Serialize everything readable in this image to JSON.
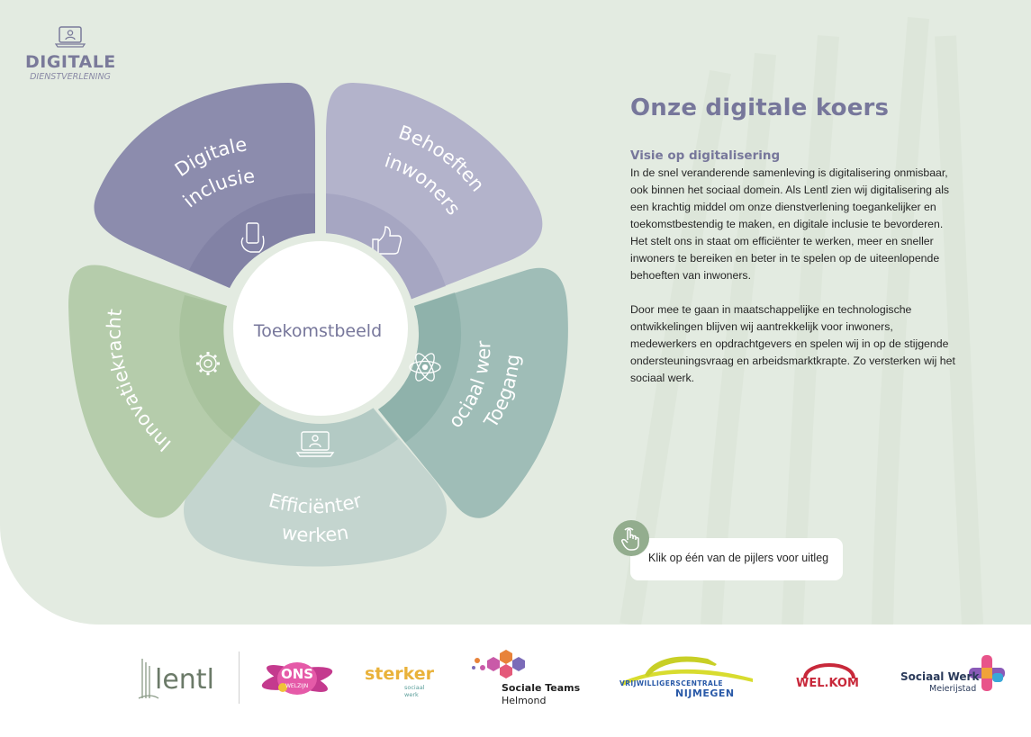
{
  "brand": {
    "title": "DIGITALE",
    "subtitle": "DIENSTVERLENING"
  },
  "wheel": {
    "center_label": "Toekomstbeeld",
    "pillars": [
      {
        "id": "digitale-inclusie",
        "line1": "Digitale",
        "line2": "inclusie",
        "color": "#8c8cad",
        "icon": "hand-phone-icon"
      },
      {
        "id": "behoeften-inwoners",
        "line1": "Behoeften",
        "line2": "inwoners",
        "color": "#b3b3cb",
        "icon": "thumbs-up-icon"
      },
      {
        "id": "toegang-sociaal-werk",
        "line1": "Toegang",
        "line2": "sociaal werk",
        "color": "#9fbdb7",
        "icon": "atom-icon"
      },
      {
        "id": "efficienter-werken",
        "line1": "Efficiënter",
        "line2": "werken",
        "color": "#c4d5cf",
        "icon": "laptop-user-icon"
      },
      {
        "id": "innovatiekracht",
        "line1": "Innovatiekracht",
        "line2": "",
        "color": "#b5ccab",
        "icon": "gear-icon"
      }
    ]
  },
  "main": {
    "title": "Onze digitale koers",
    "section_title": "Visie op digitalisering",
    "paragraph1": "In de snel veranderende samenleving is digitalisering onmisbaar, ook binnen het sociaal domein. Als Lentl zien wij digitalisering als een krachtig middel om onze dienstverlening toegankelijker en toekomstbestendig te maken, en digitale inclusie te bevorderen. Het stelt ons in staat om efficiënter te werken, meer en sneller inwoners te bereiken en beter in te spelen op de uiteenlopende behoeften van inwoners.",
    "paragraph2": "Door mee te gaan in maatschappelijke en technologische ontwikkelingen blijven wij aantrekkelijk voor inwoners, medewerkers en opdrachtgevers en spelen wij in op de stijgende ondersteuningsvraag en arbeidsmarktkrapte. Zo versterken wij het sociaal werk."
  },
  "hint": {
    "text": "Klik op één van de pijlers voor uitleg",
    "icon": "pointer-hand-icon"
  },
  "partners": {
    "lentl": "lentl",
    "ons": "ONS",
    "ons_sub": "WELZIJN",
    "sterker": "sterker",
    "sterker_sub": "sociaal werk",
    "sociale_teams_1": "Sociale Teams",
    "sociale_teams_2": "Helmond",
    "vrijwilligers_1": "VRIJWILLIGERSCENTRALE",
    "vrijwilligers_2": "NIJMEGEN",
    "welkom": "WEL.KOM",
    "sociaal_werk_1": "Sociaal Werk",
    "sociaal_werk_2": "Meierijstad"
  }
}
